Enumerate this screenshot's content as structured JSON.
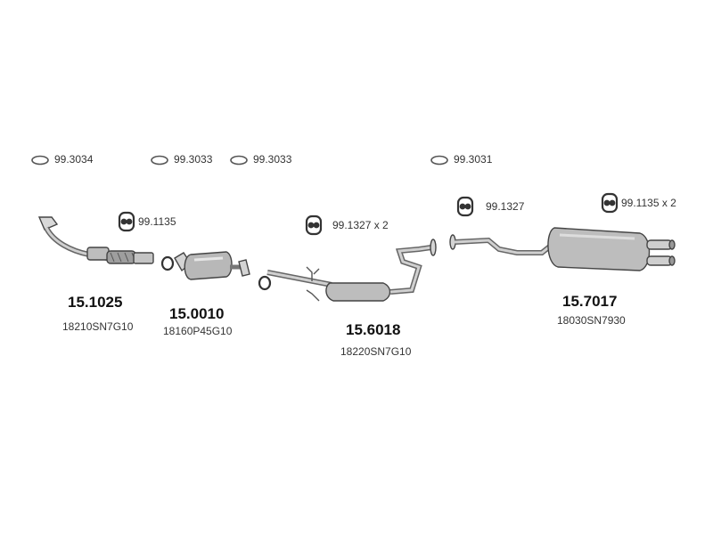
{
  "gaskets": [
    {
      "code": "99.3034"
    },
    {
      "code": "99.3033"
    },
    {
      "code": "99.3033"
    },
    {
      "code": "99.3031"
    }
  ],
  "mounts": [
    {
      "code": "99.1135"
    },
    {
      "code": "99.1327 x 2"
    },
    {
      "code": "99.1327"
    },
    {
      "code": "99.1135 x 2"
    }
  ],
  "parts": [
    {
      "number": "15.1025",
      "oem": "18210SN7G10"
    },
    {
      "number": "15.0010",
      "oem": "18160P45G10"
    },
    {
      "number": "15.6018",
      "oem": "18220SN7G10"
    },
    {
      "number": "15.7017",
      "oem": "18030SN7930"
    }
  ]
}
